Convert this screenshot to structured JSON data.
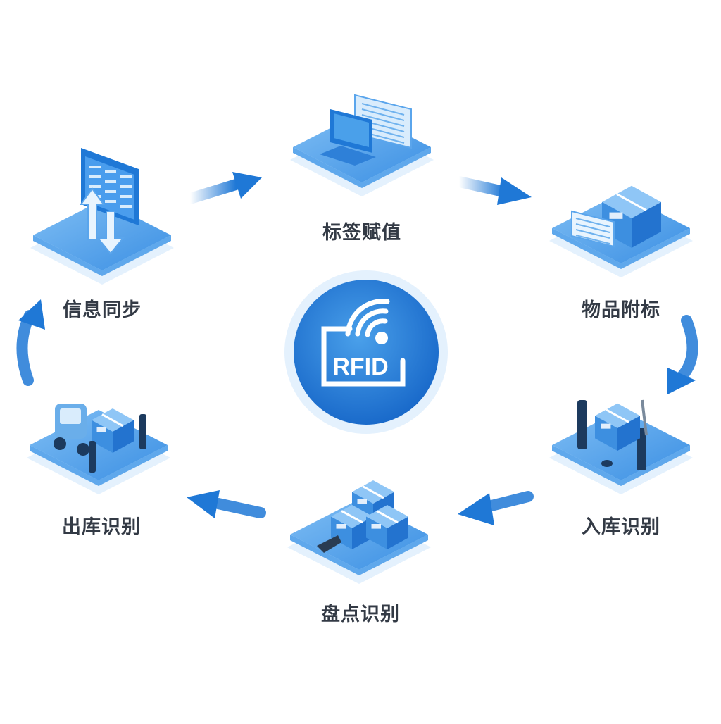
{
  "center": {
    "badge_text": "RFID"
  },
  "stages": [
    {
      "id": "tag-assign",
      "label": "标签赋值",
      "icon": "computer-icon"
    },
    {
      "id": "item-tagging",
      "label": "物品附标",
      "icon": "box-with-tag-icon"
    },
    {
      "id": "inbound-scan",
      "label": "入库识别",
      "icon": "inbound-gate-icon"
    },
    {
      "id": "inventory-scan",
      "label": "盘点识别",
      "icon": "stacked-boxes-scanner-icon"
    },
    {
      "id": "outbound-scan",
      "label": "出库识别",
      "icon": "forklift-icon"
    },
    {
      "id": "info-sync",
      "label": "信息同步",
      "icon": "data-sync-screen-icon"
    }
  ],
  "colors": {
    "primary": "#1f78d6",
    "light": "#8ec5f5",
    "pale": "#e4f1fd",
    "dark": "#0f4f9c",
    "text": "#333a45"
  }
}
